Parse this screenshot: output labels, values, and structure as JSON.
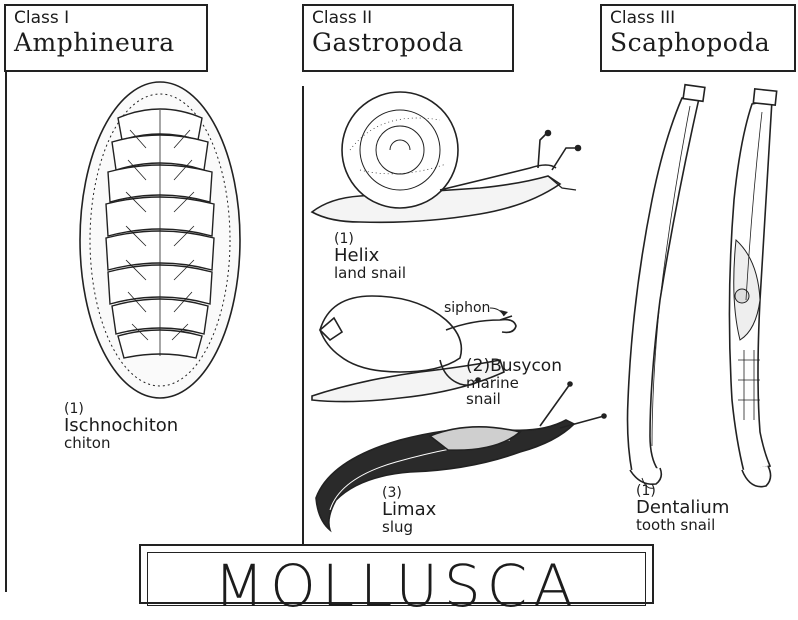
{
  "classes": [
    {
      "num": "Class I",
      "name": "Amphineura"
    },
    {
      "num": "Class II",
      "name": "Gastropoda"
    },
    {
      "num": "Class III",
      "name": "Scaphopoda"
    }
  ],
  "specimens": {
    "chiton": {
      "num": "(1)",
      "genus": "Ischnochiton",
      "common": "chiton"
    },
    "helix": {
      "num": "(1)",
      "genus": "Helix",
      "common": "land snail"
    },
    "busycon": {
      "num": "(2)",
      "genus": "Busycon",
      "common": "marine snail"
    },
    "limax": {
      "num": "(3)",
      "genus": "Limax",
      "common": "slug"
    },
    "dentalium": {
      "num": "(1)",
      "genus": "Dentalium",
      "common": "tooth snail"
    }
  },
  "annotations": {
    "siphon": "siphon"
  },
  "title": "MOLLUSCA"
}
